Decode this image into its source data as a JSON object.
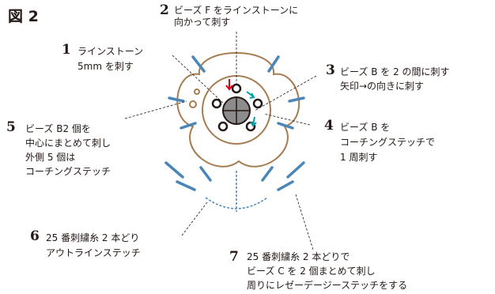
{
  "figure": {
    "title": "図 2"
  },
  "callouts": [
    {
      "id": "c2",
      "number": "2",
      "lines": [
        "ビーズ F をラインストーンに",
        "向かって刺す"
      ]
    },
    {
      "id": "c1",
      "number": "1",
      "lines": [
        "ラインストーン",
        "5mm を刺す"
      ]
    },
    {
      "id": "c3",
      "number": "3",
      "lines": [
        "ビーズ B を 2 の間に刺す",
        "矢印→の向きに刺す"
      ]
    },
    {
      "id": "c5",
      "number": "5",
      "lines": [
        "ビーズ B2 個を",
        "中心にまとめて刺し",
        "外側 5 個は",
        "コーチングステッチ"
      ]
    },
    {
      "id": "c4",
      "number": "4",
      "lines": [
        "ビーズ B を",
        "コーチングステッチで",
        "1 周刺す"
      ]
    },
    {
      "id": "c6",
      "number": "6",
      "lines": [
        "25 番刺繍糸 2 本どり",
        "アウトラインステッチ"
      ]
    },
    {
      "id": "c7",
      "number": "7",
      "lines": [
        "25 番刺繍糸 2 本どりで",
        "ビーズ C を 2 個まとめて刺し",
        "周りにレゼーデージーステッチをする"
      ]
    }
  ],
  "colors": {
    "petal_outline": "#a67c52",
    "stitch_blue": "#4a86b8",
    "arrow_red": "#e60012",
    "arrow_teal": "#00a0a8",
    "stone_fill": "#8c8c8c",
    "text": "#231815"
  }
}
